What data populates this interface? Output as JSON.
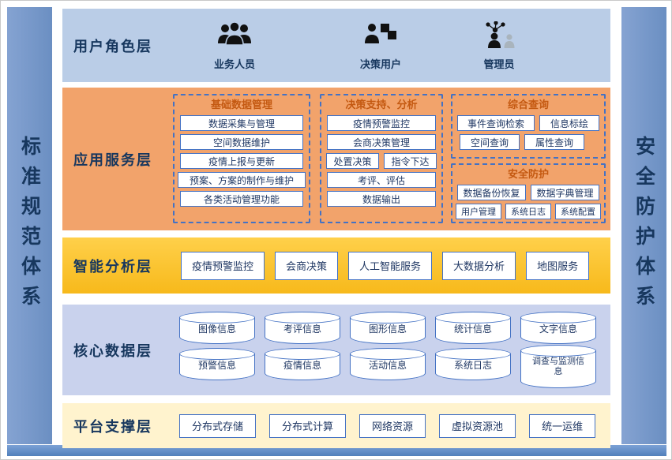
{
  "colors": {
    "sidebar_blue": "#6b8fc2",
    "user_layer_blue": "#BACDE7",
    "app_layer_orange": "#F2A36B",
    "analysis_layer_gold": "#F9BE24",
    "data_layer_lavender": "#C9D2ED",
    "platform_layer_yellow": "#FFF3CE",
    "box_border_blue": "#4472C4",
    "panel_title_orange": "#C45911",
    "label_navy": "#17375E"
  },
  "sidebars": {
    "left": "标准规范体系",
    "right": "安全防护体系"
  },
  "layers": {
    "user_role": {
      "label": "用户角色层",
      "roles": [
        {
          "label": "业务人员",
          "icon": "people-group-icon"
        },
        {
          "label": "决策用户",
          "icon": "decision-user-icon"
        },
        {
          "label": "管理员",
          "icon": "admin-network-icon"
        }
      ]
    },
    "app_service": {
      "label": "应用服务层",
      "panels": [
        {
          "title": "基础数据管理",
          "items": [
            "数据采集与管理",
            "空间数据维护",
            "疫情上报与更新",
            "预案、方案的制作与维护",
            "各类活动管理功能"
          ]
        },
        {
          "title": "决策支持、分析",
          "items": [
            "疫情预警监控",
            "会商决策管理",
            "处置决策",
            "指令下达",
            "考评、评估",
            "数据输出"
          ]
        },
        {
          "title": "综合查询",
          "items": [
            "事件查询检索",
            "信息标绘",
            "空间查询",
            "属性查询"
          ]
        },
        {
          "title": "安全防护",
          "items": [
            "数据备份恢复",
            "数据字典管理",
            "用户管理",
            "系统日志",
            "系统配置"
          ]
        }
      ]
    },
    "intelligent_analysis": {
      "label": "智能分析层",
      "items": [
        "疫情预警监控",
        "会商决策",
        "人工智能服务",
        "大数据分析",
        "地图服务"
      ]
    },
    "core_data": {
      "label": "核心数据层",
      "row1": [
        "图像信息",
        "考评信息",
        "图形信息",
        "统计信息",
        "文字信息"
      ],
      "row2": [
        "预警信息",
        "疫情信息",
        "活动信息",
        "系统日志",
        "调查与监测信息"
      ]
    },
    "platform": {
      "label": "平台支撑层",
      "items": [
        "分布式存储",
        "分布式计算",
        "网络资源",
        "虚拟资源池",
        "统一运维"
      ]
    }
  }
}
